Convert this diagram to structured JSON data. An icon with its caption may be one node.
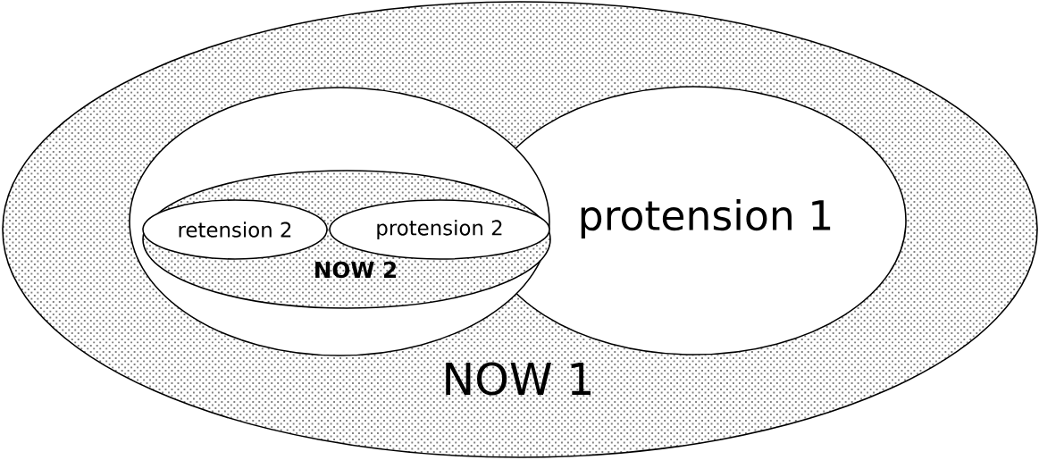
{
  "diagram": {
    "nodes": [
      {
        "text": [
          "NOW 1"
        ]
      },
      {
        "text": [],
        "shape": "ellipse",
        "in": 0
      },
      {
        "text": [
          "NOW 2"
        ],
        "in": 1
      },
      {
        "text": [
          "retension 2"
        ],
        "in": 2
      },
      {
        "text": [
          "protension 2"
        ],
        "in": 2
      },
      {
        "text": [
          "protension 1"
        ],
        "in": 0
      }
    ]
  }
}
